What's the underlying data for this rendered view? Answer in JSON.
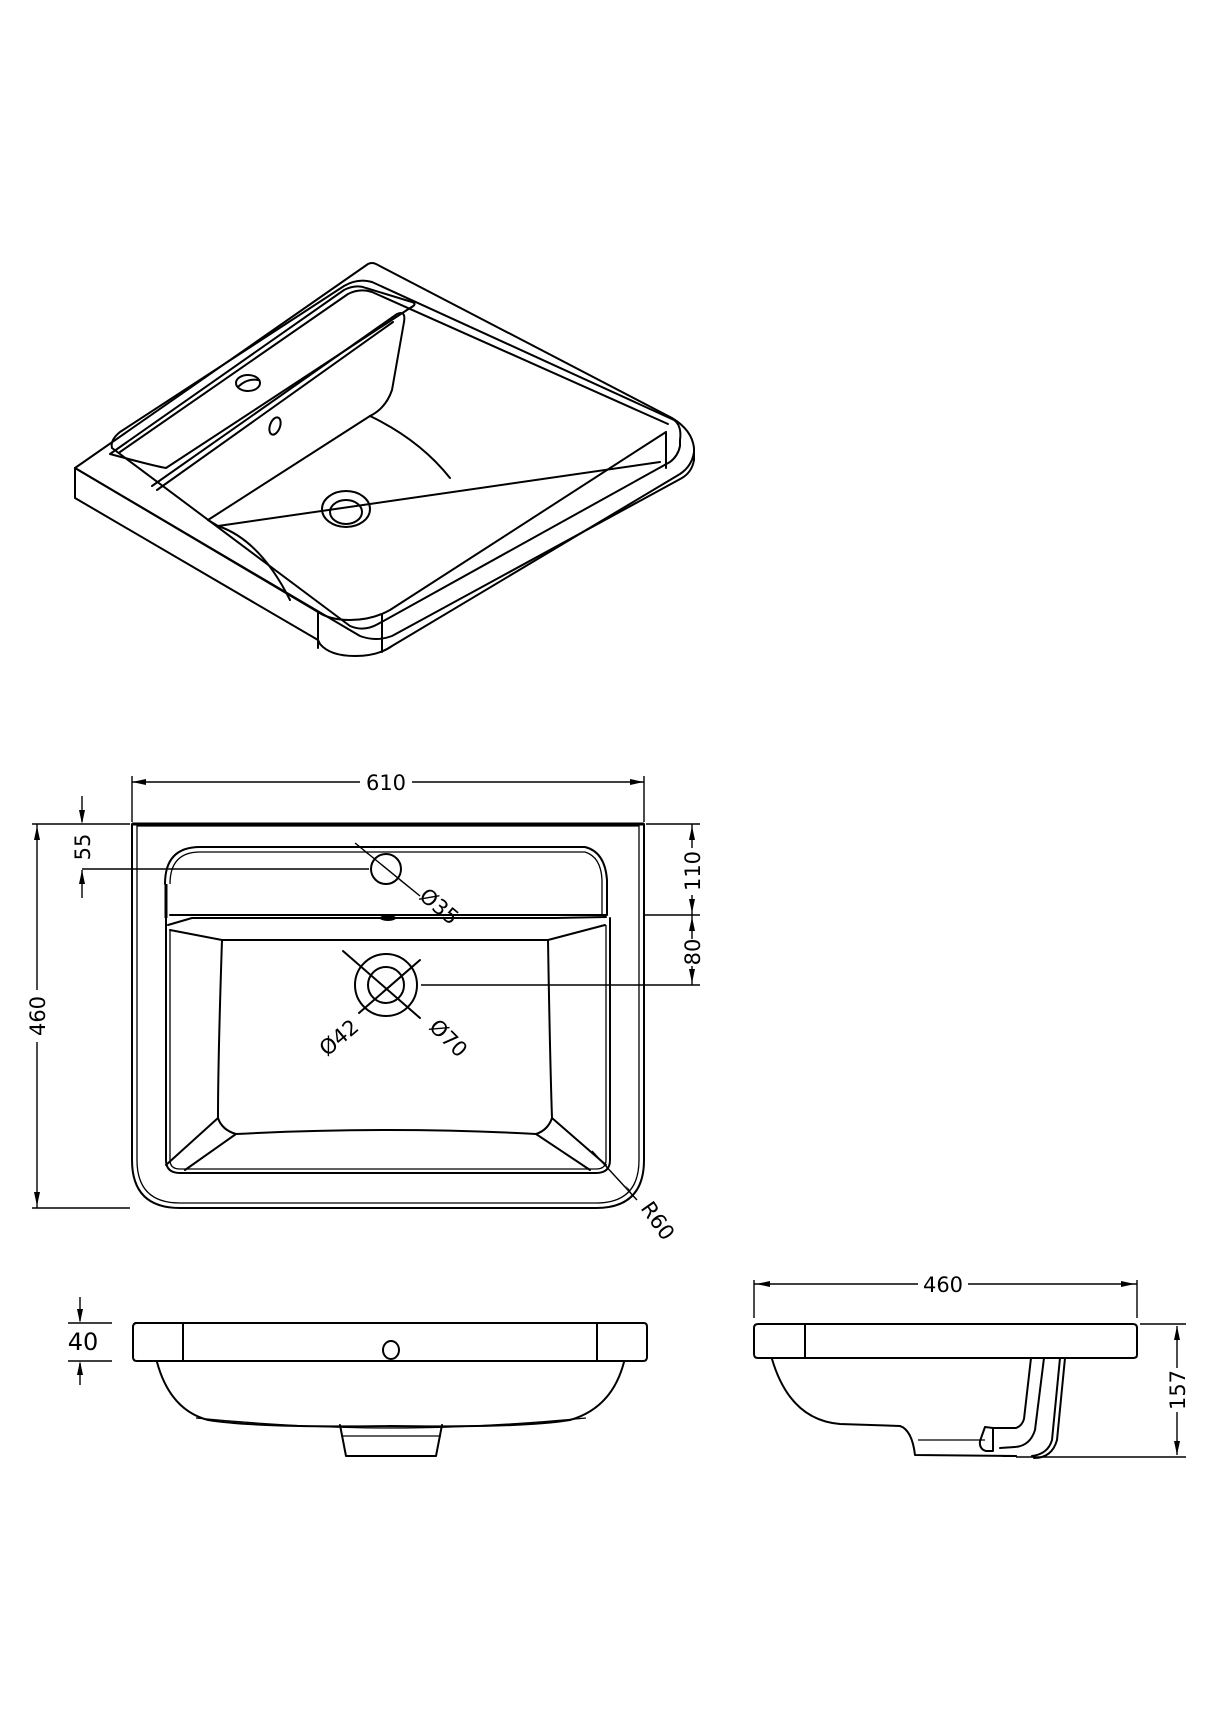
{
  "drawing": {
    "type": "technical-drawing",
    "subject": "inset basin with single tap hole",
    "units": "mm",
    "views": [
      {
        "id": "isometric",
        "label": ""
      },
      {
        "id": "plan",
        "label": ""
      },
      {
        "id": "front-elevation",
        "label": ""
      },
      {
        "id": "side-elevation",
        "label": ""
      }
    ]
  },
  "plan": {
    "width": "610",
    "depth": "460",
    "tap_hole_offset": "55",
    "tap_hole_diameter": "Ø35",
    "rear_ledge_depth": "110",
    "waste_offset": "80",
    "waste_inner_diameter": "Ø42",
    "waste_outer_diameter": "Ø70",
    "corner_radius": "R60"
  },
  "front_elevation": {
    "rim_thickness": "40"
  },
  "side_elevation": {
    "depth": "460",
    "overall_height": "157"
  }
}
